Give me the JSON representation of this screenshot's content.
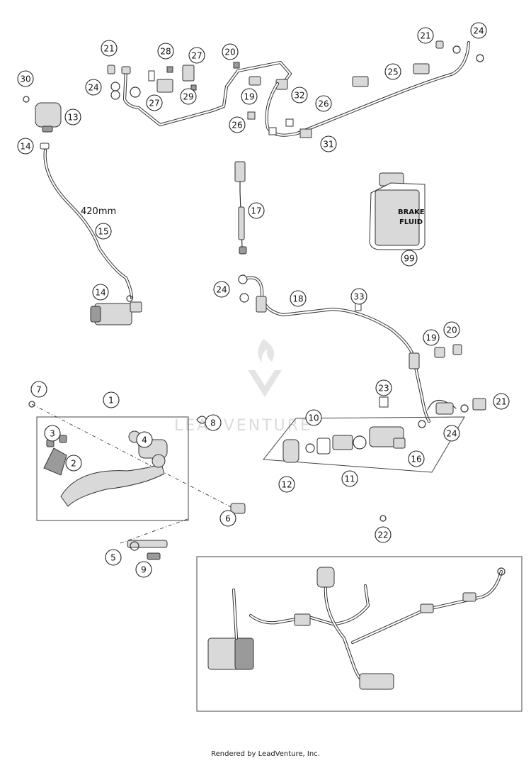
{
  "diagram": {
    "hose_length_label": "420mm",
    "bottle_label_line1": "BRAKE",
    "bottle_label_line2": "FLUID",
    "watermark": "LEADVENTURE",
    "footer": "Rendered by LeadVenture, Inc."
  },
  "callouts": [
    {
      "id": "c-21a",
      "num": "21"
    },
    {
      "id": "c-28",
      "num": "28"
    },
    {
      "id": "c-27a",
      "num": "27"
    },
    {
      "id": "c-20a",
      "num": "20"
    },
    {
      "id": "c-24a",
      "num": "24"
    },
    {
      "id": "c-27b",
      "num": "27"
    },
    {
      "id": "c-29",
      "num": "29"
    },
    {
      "id": "c-19a",
      "num": "19"
    },
    {
      "id": "c-32",
      "num": "32"
    },
    {
      "id": "c-26a",
      "num": "26"
    },
    {
      "id": "c-26b",
      "num": "26"
    },
    {
      "id": "c-21b",
      "num": "21"
    },
    {
      "id": "c-24b",
      "num": "24"
    },
    {
      "id": "c-25",
      "num": "25"
    },
    {
      "id": "c-31",
      "num": "31"
    },
    {
      "id": "c-30",
      "num": "30"
    },
    {
      "id": "c-13",
      "num": "13"
    },
    {
      "id": "c-14a",
      "num": "14"
    },
    {
      "id": "c-15",
      "num": "15"
    },
    {
      "id": "c-14b",
      "num": "14"
    },
    {
      "id": "c-17",
      "num": "17"
    },
    {
      "id": "c-99",
      "num": "99"
    },
    {
      "id": "c-24c",
      "num": "24"
    },
    {
      "id": "c-18",
      "num": "18"
    },
    {
      "id": "c-33",
      "num": "33"
    },
    {
      "id": "c-19b",
      "num": "19"
    },
    {
      "id": "c-20b",
      "num": "20"
    },
    {
      "id": "c-23",
      "num": "23"
    },
    {
      "id": "c-21c",
      "num": "21"
    },
    {
      "id": "c-24d",
      "num": "24"
    },
    {
      "id": "c-10",
      "num": "10"
    },
    {
      "id": "c-16",
      "num": "16"
    },
    {
      "id": "c-12",
      "num": "12"
    },
    {
      "id": "c-11",
      "num": "11"
    },
    {
      "id": "c-22",
      "num": "22"
    },
    {
      "id": "c-7",
      "num": "7"
    },
    {
      "id": "c-1",
      "num": "1"
    },
    {
      "id": "c-8",
      "num": "8"
    },
    {
      "id": "c-3",
      "num": "3"
    },
    {
      "id": "c-4",
      "num": "4"
    },
    {
      "id": "c-2",
      "num": "2"
    },
    {
      "id": "c-6",
      "num": "6"
    },
    {
      "id": "c-5",
      "num": "5"
    },
    {
      "id": "c-9",
      "num": "9"
    }
  ]
}
